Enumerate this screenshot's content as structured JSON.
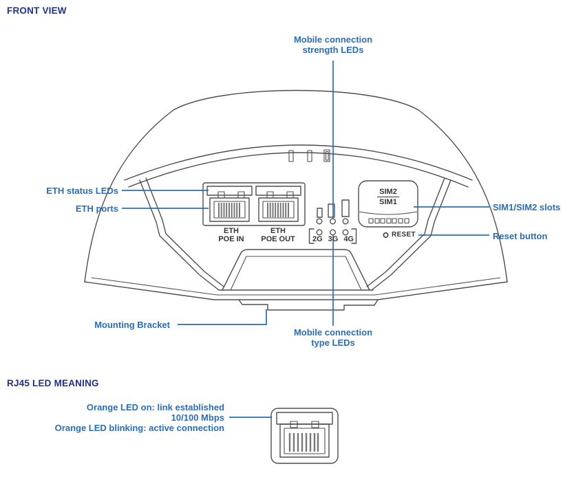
{
  "colors": {
    "heading": "#1e318f",
    "label_blue": "#2a6db5",
    "line_art": "#4d4d4d",
    "device_text": "#333333"
  },
  "front_view": {
    "title": "FRONT VIEW",
    "callouts": {
      "mobile_strength": [
        "Mobile connection",
        "strength LEDs"
      ],
      "eth_status_leds": "ETH status LEDs",
      "eth_ports": "ETH ports",
      "sim_slots": "SIM1/SIM2 slots",
      "reset_button": "Reset button",
      "mounting_bracket": "Mounting Bracket",
      "mobile_type": [
        "Mobile connection",
        "type LEDs"
      ]
    },
    "device": {
      "port_in": [
        "ETH",
        "POE IN"
      ],
      "port_out": [
        "ETH",
        "POE OUT"
      ],
      "signal_labels": [
        "2G",
        "3G",
        "4G"
      ],
      "sim_top": "SIM2",
      "sim_bottom": "SIM1",
      "reset": "RESET"
    }
  },
  "rj45_section": {
    "title": "RJ45 LED MEANING",
    "lines": [
      "Orange LED on: link established",
      "10/100 Mbps",
      "Orange LED blinking: active connection"
    ]
  }
}
